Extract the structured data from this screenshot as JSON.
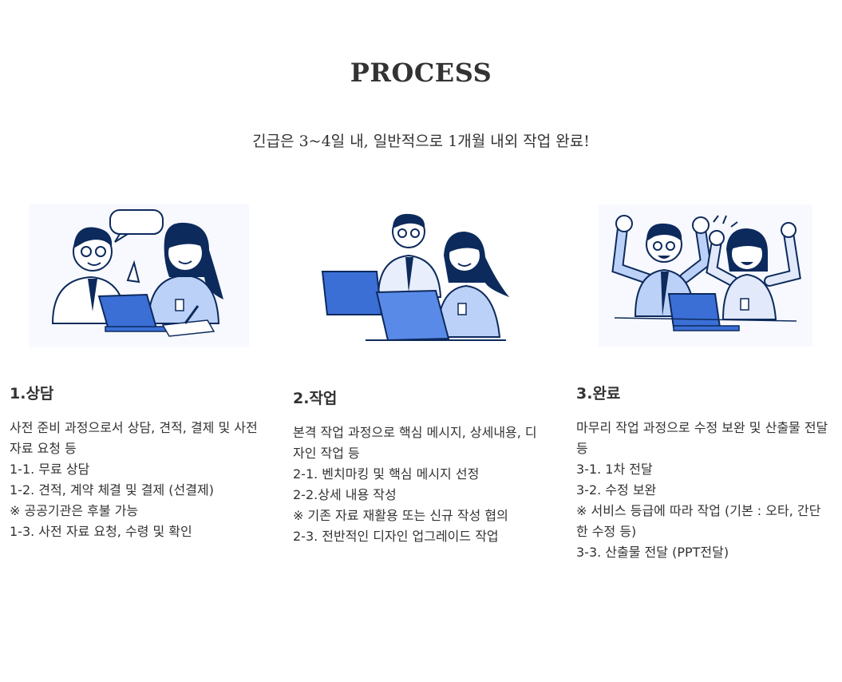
{
  "header": {
    "title": "PROCESS",
    "subtitle": "긴급은 3~4일 내, 일반적으로 1개월 내외 작업 완료!"
  },
  "colors": {
    "navy": "#0d2a5c",
    "blue": "#3b6fd6",
    "light_blue": "#bcd1f7",
    "text": "#333333"
  },
  "steps": [
    {
      "title": "1.상담",
      "icon": "consultation-illustration",
      "lines": [
        "사전 준비 과정으로서 상담, 견적, 결제 및 사전 자료 요청 등",
        "1-1. 무료 상담",
        "1-2. 견적, 계약 체결 및 결제 (선결제)",
        "※ 공공기관은 후불 가능",
        "1-3. 사전 자료 요청, 수령 및 확인"
      ]
    },
    {
      "title": "2.작업",
      "icon": "work-illustration",
      "lines": [
        "본격 작업 과정으로 핵심 메시지, 상세내용, 디자인 작업 등",
        "2-1. 벤치마킹 및 핵심 메시지 선정",
        "2-2.상세 내용 작성",
        "※ 기존 자료 재활용 또는 신규 작성 협의",
        "2-3. 전반적인 디자인 업그레이드 작업"
      ]
    },
    {
      "title": "3.완료",
      "icon": "celebration-illustration",
      "lines": [
        "마무리 작업 과정으로 수정 보완 및 산출물 전달 등",
        "3-1. 1차 전달",
        "3-2. 수정 보완",
        "※ 서비스 등급에 따라 작업 (기본 : 오타, 간단한 수정 등)",
        "3-3. 산출물 전달 (PPT전달)"
      ]
    }
  ]
}
